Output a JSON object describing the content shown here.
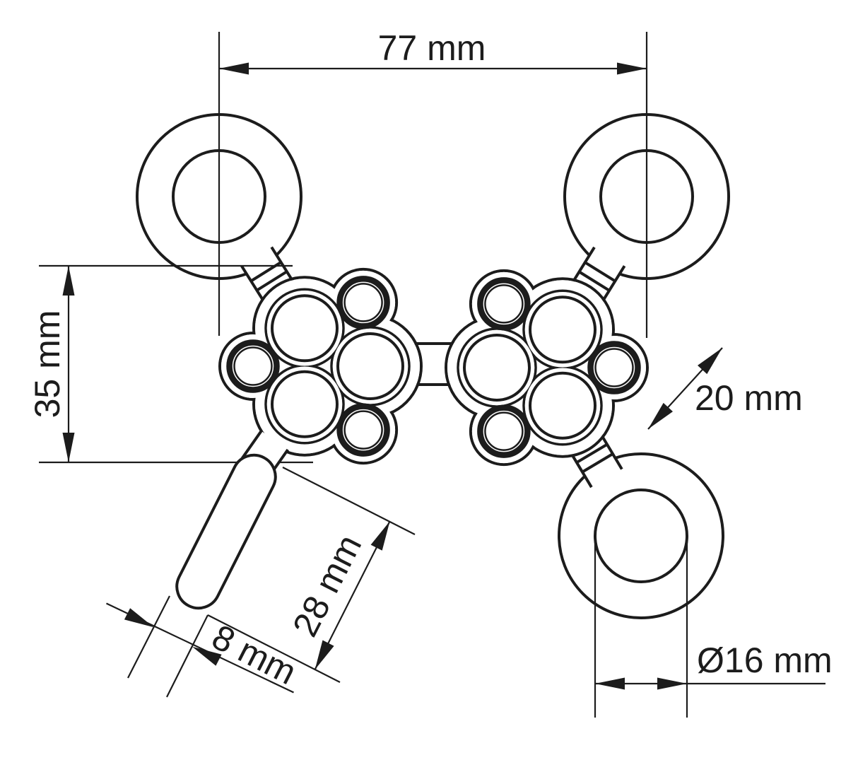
{
  "drawing": {
    "type": "technical-dimension-drawing",
    "units": "mm",
    "background_color": "#ffffff",
    "line_color": "#1c1c1c",
    "part": "dual rosette joint clamp with three eye rings and locking lever",
    "dimensions": {
      "overall_width": {
        "label": "77 mm",
        "value": 77,
        "unit": "mm",
        "orientation": "horizontal-top"
      },
      "rosette_height": {
        "label": "35 mm",
        "value": 35,
        "unit": "mm",
        "orientation": "vertical-left"
      },
      "joint_depth": {
        "label": "20 mm",
        "value": 20,
        "unit": "mm",
        "orientation": "diagonal-right"
      },
      "handle_length": {
        "label": "28 mm",
        "value": 28,
        "unit": "mm",
        "orientation": "diagonal-bottom"
      },
      "handle_width": {
        "label": "8 mm",
        "value": 8,
        "unit": "mm",
        "orientation": "diagonal-bottom-left"
      },
      "ring_inner_diameter": {
        "label": "Ø16 mm",
        "value": 16,
        "unit": "mm",
        "orientation": "horizontal-bottom-right"
      }
    }
  }
}
